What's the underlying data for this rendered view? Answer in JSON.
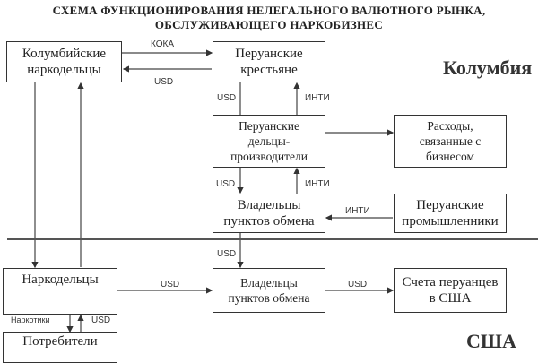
{
  "title": {
    "line1": "СХЕМА ФУНКЦИОНИРОВАНИЯ НЕЛЕГАЛЬНОГО ВАЛЮТНОГО РЫНКА,",
    "line2": "ОБСЛУЖИВАЮЩЕГО НАРКОБИЗНЕС"
  },
  "regions": {
    "top": "Колумбия",
    "bottom": "США"
  },
  "nodes": {
    "colombian_dealers": [
      "Колумбийские",
      "наркодельцы"
    ],
    "peruvian_peasants": [
      "Перуанские",
      "крестьяне"
    ],
    "peruvian_producers": [
      "Перуанские",
      "дельцы-",
      "производители"
    ],
    "business_expenses": [
      "Расходы,",
      "связанные с",
      "бизнесом"
    ],
    "exchange_owners_top": [
      "Владельцы",
      "пунктов обмена"
    ],
    "peruvian_industrialists": [
      "Перуанские",
      "промышленники"
    ],
    "dealers_us": [
      "Наркодельцы"
    ],
    "exchange_owners_us": [
      "Владельцы",
      "пунктов обмена"
    ],
    "peruvian_accounts_us": [
      "Счета перуанцев",
      "в США"
    ],
    "consumers": [
      "Потребители"
    ]
  },
  "edges": {
    "coca": "КОКА",
    "usd_to_colombian": "USD",
    "usd_peasants_producers": "USD",
    "inti_producers_peasants": "ИНТИ",
    "usd_producers_exchange": "USD",
    "inti_exchange_producers": "ИНТИ",
    "inti_industrialists_exchange": "ИНТИ",
    "usd_exchange_down": "USD",
    "usd_dealers_exchange": "USD",
    "usd_exchange_accounts": "USD",
    "drugs_to_consumers": "Наркотики",
    "usd_from_consumers": "USD"
  }
}
